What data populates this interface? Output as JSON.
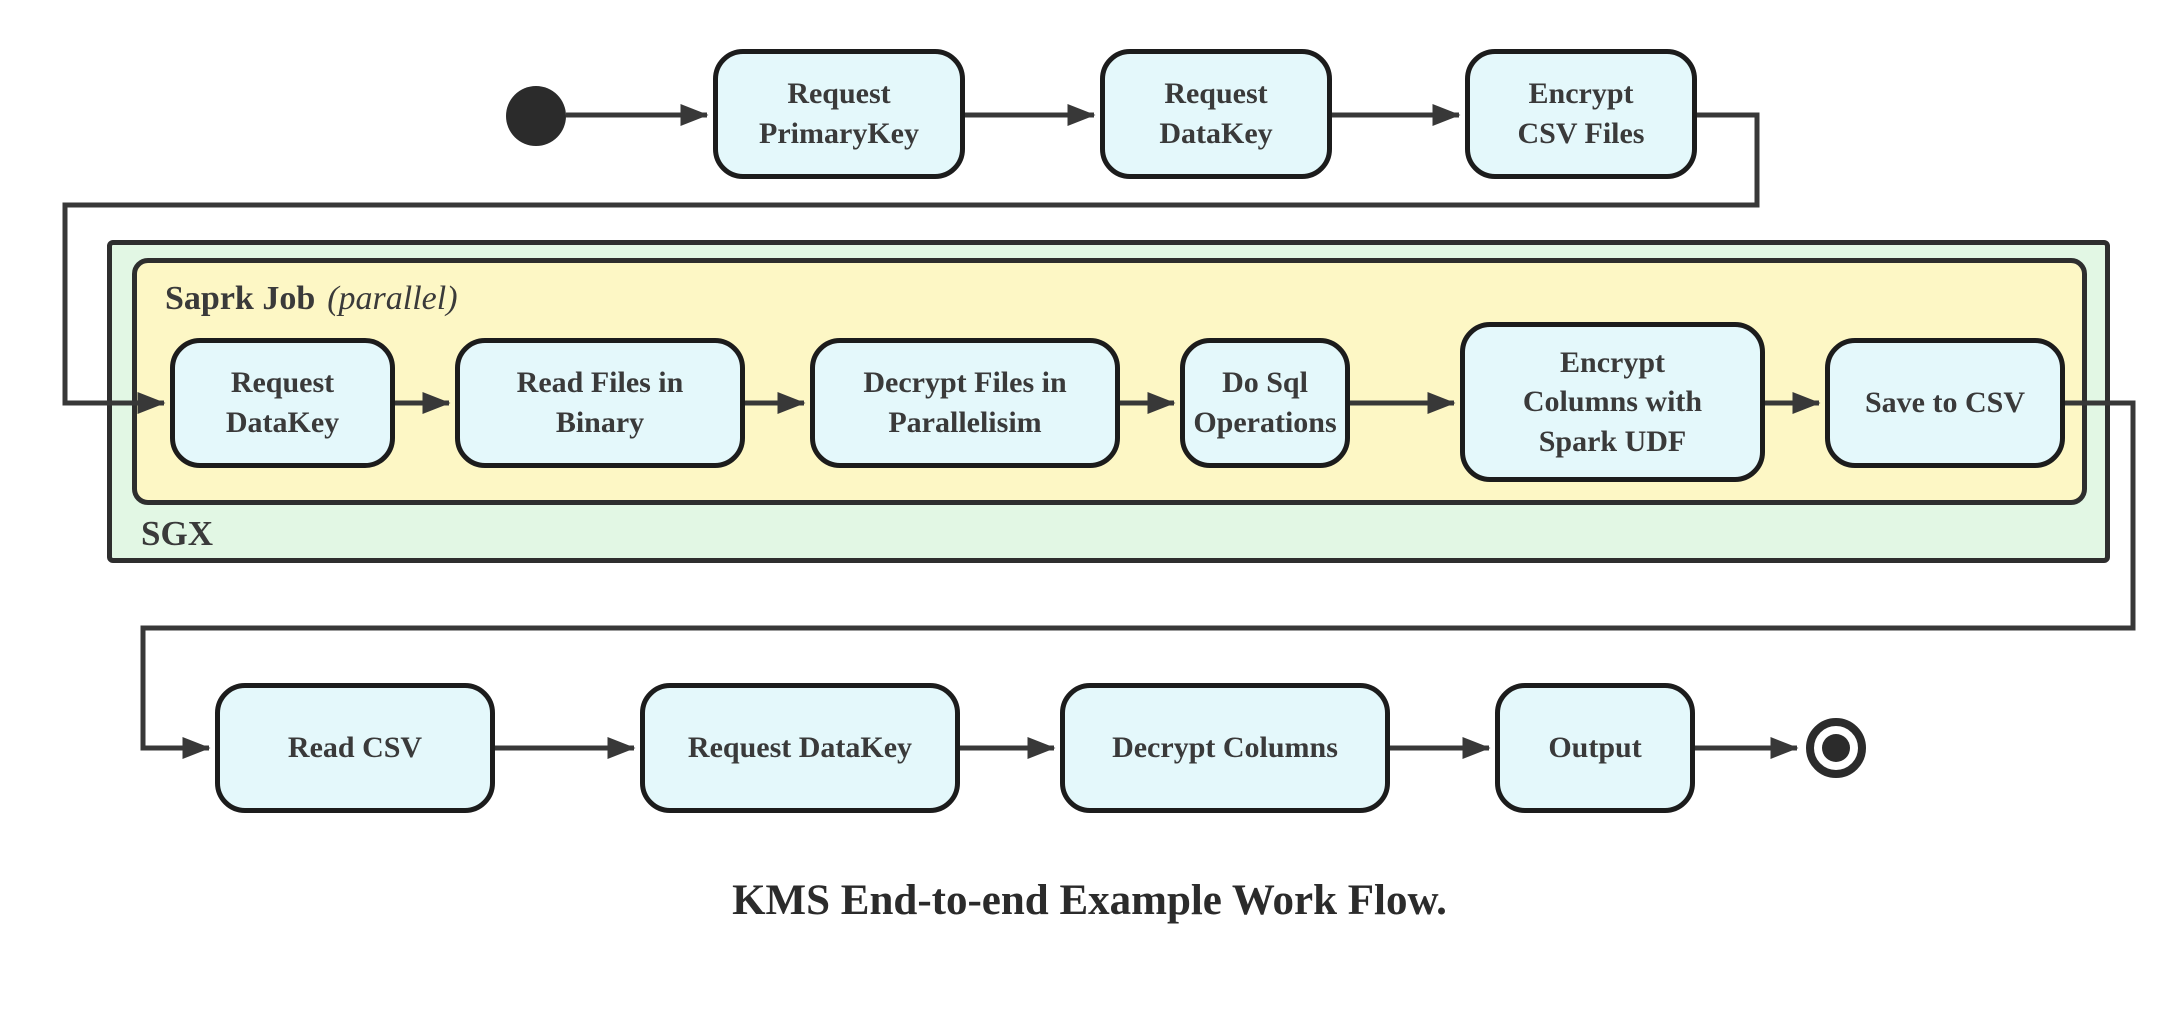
{
  "caption": "KMS End-to-end Example Work Flow.",
  "colors": {
    "activity_fill": "#e4f8fb",
    "activity_border": "#1c1c1c",
    "sgx_fill": "#e2f7e4",
    "spark_fill": "#fdf7c5",
    "container_border": "#2e2e2e",
    "connector": "#383838",
    "text": "#3a3a3a"
  },
  "start_flow": {
    "nodes": [
      {
        "id": "request-primarykey",
        "label": "Request\nPrimaryKey"
      },
      {
        "id": "request-datakey",
        "label": "Request\nDataKey"
      },
      {
        "id": "encrypt-csv-files",
        "label": "Encrypt\nCSV Files"
      }
    ]
  },
  "sgx_container": {
    "label": "SGX",
    "spark_job": {
      "title": "Saprk Job",
      "title_note": "(parallel)",
      "nodes": [
        {
          "id": "sgx-request-datakey",
          "label": "Request\nDataKey"
        },
        {
          "id": "read-files-in-binary",
          "label": "Read Files in\nBinary"
        },
        {
          "id": "decrypt-files-in-parallelisim",
          "label": "Decrypt Files in\nParallelisim"
        },
        {
          "id": "do-sql-operations",
          "label": "Do Sql\nOperations"
        },
        {
          "id": "encrypt-columns-with-spark-udf",
          "label": "Encrypt\nColumns with\nSpark UDF"
        },
        {
          "id": "save-to-csv",
          "label": "Save to CSV"
        }
      ]
    }
  },
  "end_flow": {
    "nodes": [
      {
        "id": "read-csv",
        "label": "Read CSV"
      },
      {
        "id": "request-datakey-2",
        "label": "Request DataKey"
      },
      {
        "id": "decrypt-columns",
        "label": "Decrypt Columns"
      },
      {
        "id": "output",
        "label": "Output"
      }
    ]
  }
}
